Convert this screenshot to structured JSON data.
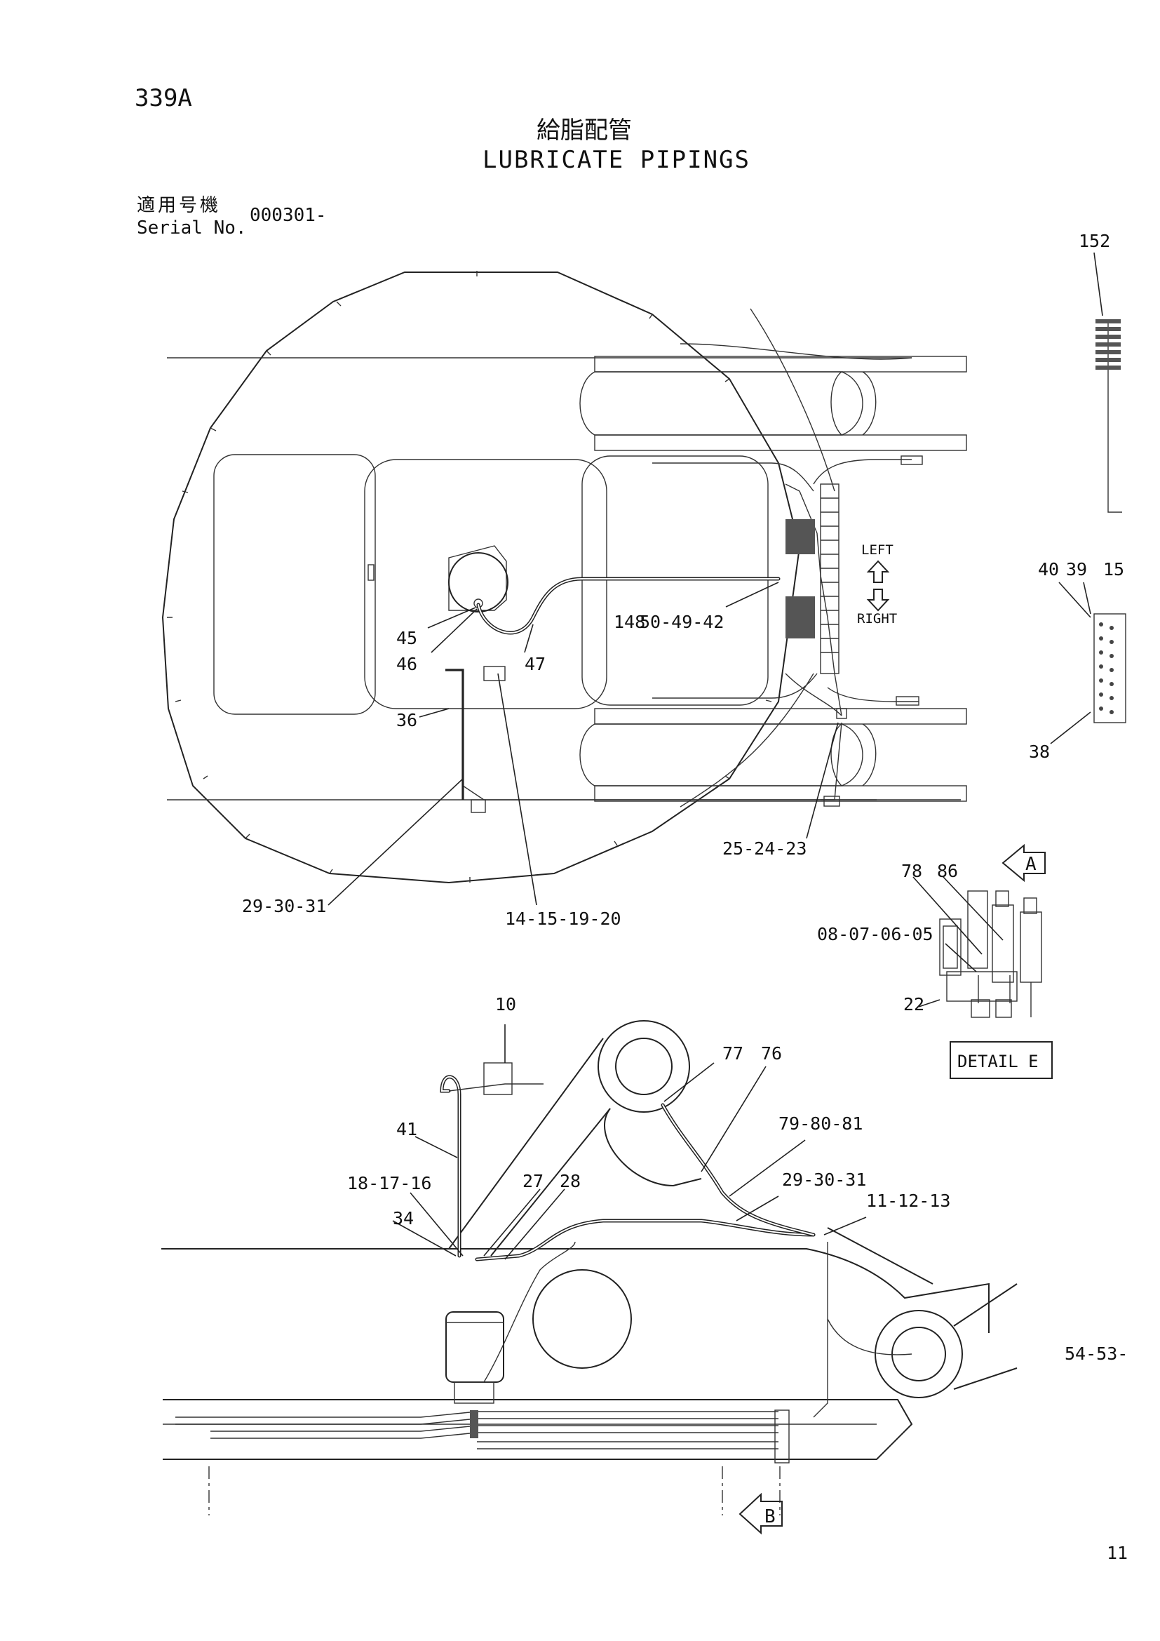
{
  "header": {
    "page_number": "339A",
    "title_jp": "給脂配管",
    "title_en": "LUBRICATE PIPINGS"
  },
  "serial": {
    "label_jp": "適用号機",
    "label_en": "Serial No.",
    "value": "000301-"
  },
  "directions": {
    "left": "LEFT",
    "right": "RIGHT"
  },
  "detail": {
    "box_label": "DETAIL E",
    "view_a": "A",
    "view_b": "B"
  },
  "part_labels": {
    "p152": "152",
    "p40": "40",
    "p39": "39",
    "p15_partial": "15",
    "p38": "38",
    "p45": "45",
    "p46": "46",
    "p47": "47",
    "p148": "148",
    "p50_49_42": "50-49-42",
    "p36": "36",
    "p29_30_31_top": "29-30-31",
    "p14_15_19_20": "14-15-19-20",
    "p25_24_23": "25-24-23",
    "p78": "78",
    "p86": "86",
    "p08_07_06_05": "08-07-06-05",
    "p22": "22",
    "p10": "10",
    "p41": "41",
    "p77": "77",
    "p76": "76",
    "p79_80_81": "79-80-81",
    "p18_17_16": "18-17-16",
    "p27": "27",
    "p28": "28",
    "p29_30_31_bottom": "29-30-31",
    "p11_12_13": "11-12-13",
    "p34": "34",
    "p54_53_partial": "54-53-",
    "page_mark": "11"
  }
}
